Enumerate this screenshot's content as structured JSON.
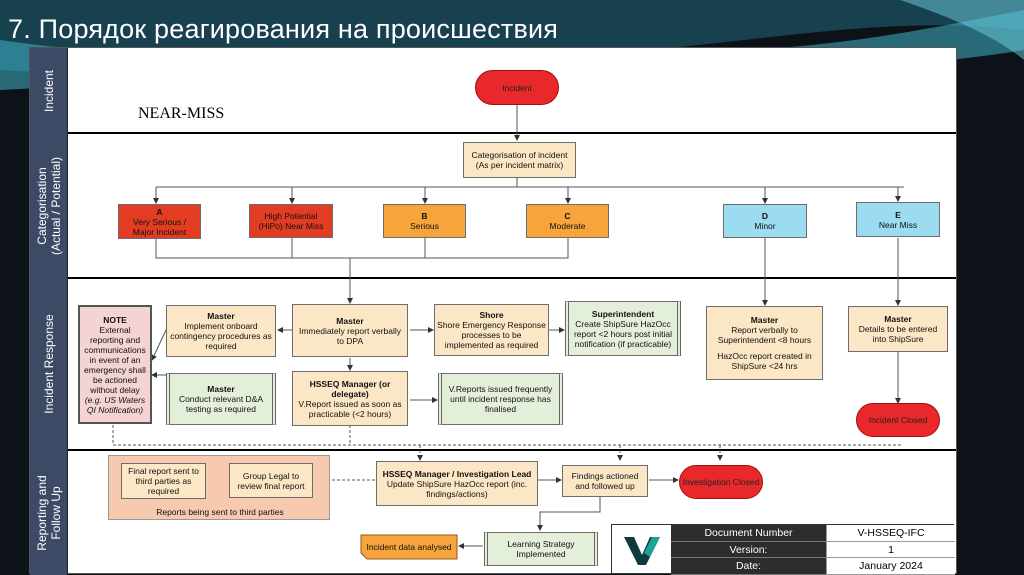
{
  "title": "7. Порядок реагирования на происшествия",
  "near_miss": "NEAR-MISS",
  "lanes": {
    "incident": "Incident",
    "categorisation": "Categorisation\n(Actual / Potential)",
    "response": "Incident Response",
    "reporting": "Reporting and\nFollow Up"
  },
  "nodes": {
    "incident": "Incident",
    "categorisation_title": "Categorisation of incident",
    "categorisation_sub": "(As per incident matrix)",
    "cat_a_letter": "A",
    "cat_a_text": "Very Serious /\nMajor Incident",
    "hipo_text": "High Potential\n(HiPo) Near Miss",
    "cat_b_letter": "B",
    "cat_b_text": "Serious",
    "cat_c_letter": "C",
    "cat_c_text": "Moderate",
    "cat_d_letter": "D",
    "cat_d_text": "Minor",
    "cat_e_letter": "E",
    "cat_e_text": "Near Miss",
    "note_title": "NOTE",
    "note_text": "External reporting and communications in event of an emergency shall be actioned without delay",
    "note_italic": "(e.g. US Waters QI Notification)",
    "master1_title": "Master",
    "master1_text": "Implement onboard contingency procedures as required",
    "master2_title": "Master",
    "master2_text": "Immediately report verbally to DPA",
    "shore_title": "Shore",
    "shore_text": "Shore Emergency Response processes to be implemented as required",
    "super_title": "Superintendent",
    "super_text": "Create ShipSure HazOcc report <2 hours post initial notification (if practicable)",
    "master3_title": "Master",
    "master3_text": "Conduct relevant D&A testing as required",
    "hsseq_title": "HSSEQ Manager (or delegate)",
    "hsseq_text": "V.Report issued as soon as practicable (<2 hours)",
    "vreports_text": "V.Reports issued frequently until incident response has finalised",
    "master_d_title": "Master",
    "master_d_text1": "Report verbally to Superintendent <8 hours",
    "master_d_text2": "HazOcc report created in ShipSure <24 hrs",
    "master_e_title": "Master",
    "master_e_text": "Details to be entered into ShipSure",
    "incident_closed": "Incident Closed",
    "final_report": "Final report sent to third parties as required",
    "group_legal": "Group Legal to review final report",
    "reports_third": "Reports being sent to third parties",
    "hsseq_inv_title": "HSSEQ Manager / Investigation Lead",
    "hsseq_inv_text": "Update ShipSure HazOcc report (inc. findings/actions)",
    "findings": "Findings actioned and followed up",
    "investigation_closed": "Investigation Closed",
    "incident_data": "Incident data analysed",
    "learning": "Learning Strategy Implemented"
  },
  "doc_table": {
    "rows": [
      {
        "key": "Document Number",
        "value": "V-HSSEQ-IFC"
      },
      {
        "key": "Version:",
        "value": "1"
      },
      {
        "key": "Date:",
        "value": "January 2024"
      }
    ]
  },
  "colors": {
    "lane": "#3c4a66",
    "red": "#e8282a",
    "orange": "#f7a43c",
    "cyan": "#9bdcf0",
    "beige": "#fbe7c6",
    "green": "#e4efd9"
  }
}
